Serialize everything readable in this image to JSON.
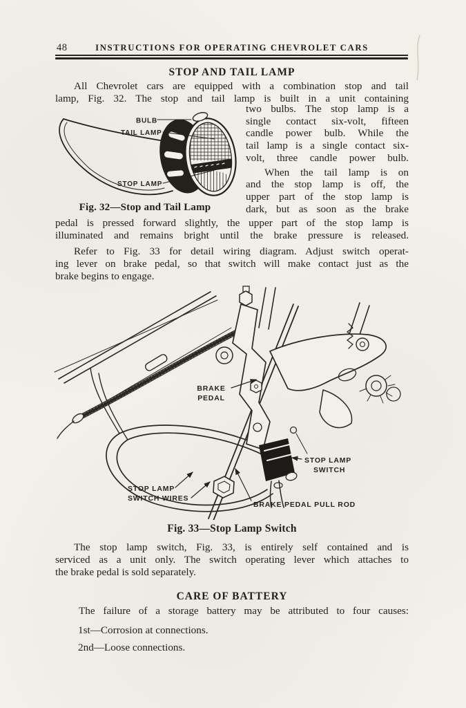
{
  "paper_color": "#f2f0e9",
  "ink_color": "#221f1c",
  "header": {
    "page_number": "48",
    "title": "INSTRUCTIONS FOR OPERATING CHEVROLET CARS"
  },
  "stop_tail_section": {
    "heading": "STOP AND TAIL LAMP",
    "para1_lines": [
      "All Chevrolet cars are equipped with a combination stop and tail",
      "lamp, Fig. 32.  The stop and tail lamp is built in a unit containing"
    ],
    "column_lines": [
      "two bulbs.  The stop lamp is a",
      "single contact six-volt, fifteen",
      "candle power bulb.  While the",
      "tail lamp is a single contact six-",
      "volt, three candle power bulb.",
      "When the tail lamp is on",
      "and the stop lamp is off, the",
      "upper part of the stop lamp is",
      "dark, but as soon as the brake"
    ],
    "para1_cont_lines": [
      "pedal is pressed forward slightly, the upper part of the stop lamp is",
      "illuminated and remains bright until the brake pressure is released."
    ],
    "para2_lines": [
      "Refer to Fig. 33 for detail wiring diagram.  Adjust switch operat-",
      "ing lever on brake pedal, so that switch will make contact just as the",
      "brake begins to engage."
    ]
  },
  "fig32": {
    "caption": "Fig. 32—Stop and Tail Lamp",
    "labels": {
      "bulb": "BULB",
      "tail_lamp": "TAIL LAMP",
      "stop_lamp": "STOP LAMP"
    }
  },
  "fig33": {
    "caption": "Fig. 33—Stop Lamp Switch",
    "labels": {
      "brake_pedal_1": "BRAKE",
      "brake_pedal_2": "PEDAL",
      "stop_lamp_switch_1": "STOP LAMP",
      "stop_lamp_switch_2": "SWITCH",
      "switch_wires_1": "STOP LAMP",
      "switch_wires_2": "SWITCH WIRES",
      "pull_rod": "BRAKE PEDAL PULL ROD"
    }
  },
  "switch_section": {
    "para_lines": [
      "The stop lamp switch, Fig. 33, is entirely self contained and is",
      "serviced as a unit only.  The switch operating lever which attaches to",
      "the brake pedal is sold separately."
    ]
  },
  "battery_section": {
    "heading": "CARE OF BATTERY",
    "intro_line": "The failure of a storage battery may be attributed to four causes:",
    "items": [
      "1st—Corrosion at connections.",
      "2nd—Loose connections."
    ]
  }
}
